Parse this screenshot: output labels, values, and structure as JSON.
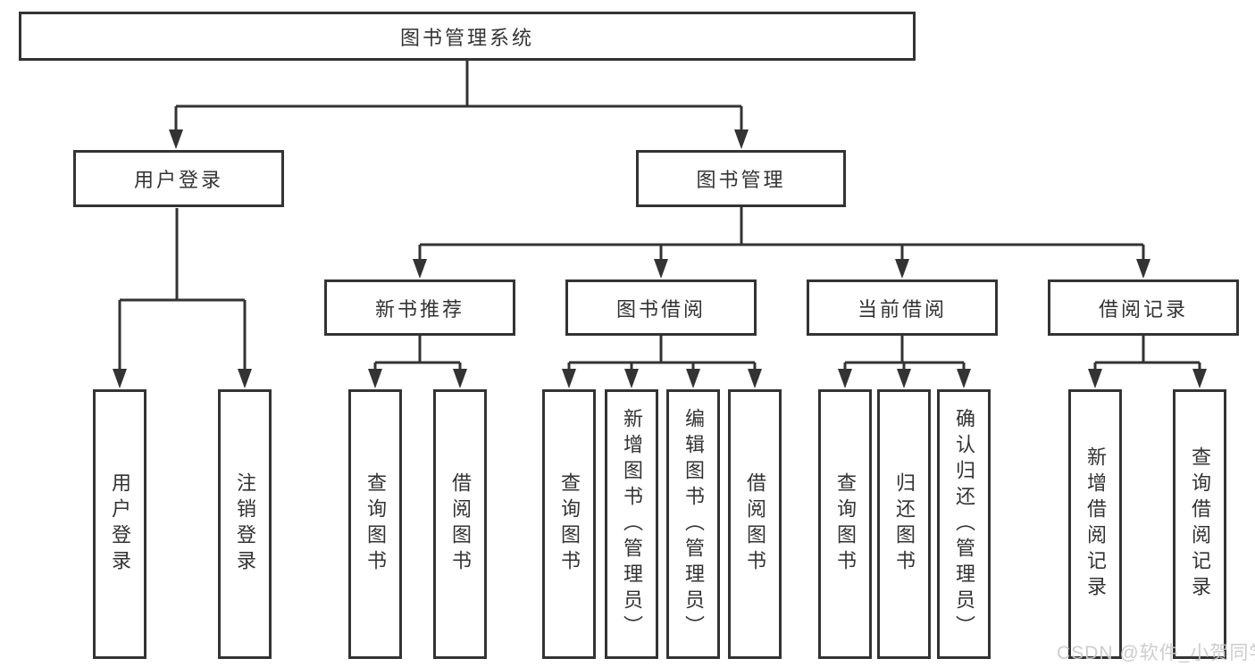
{
  "tree": {
    "root": "图书管理系统",
    "user_login": {
      "label": "用户登录",
      "children": [
        "用户登录",
        "注销登录"
      ]
    },
    "book_mgmt": {
      "label": "图书管理"
    },
    "new_book": {
      "label": "新书推荐",
      "children": [
        "查询图书",
        "借阅图书"
      ]
    },
    "book_borrow": {
      "label": "图书借阅",
      "children": [
        "查询图书",
        "新增图书（管理员）",
        "编辑图书（管理员）",
        "借阅图书"
      ]
    },
    "current_borrow": {
      "label": "当前借阅",
      "children": [
        "查询图书",
        "归还图书",
        "确认归还（管理员）"
      ]
    },
    "borrow_records": {
      "label": "借阅记录",
      "children": [
        "新增借阅记录",
        "查询借阅记录"
      ]
    }
  },
  "watermark": "CSDN @软件_小贺同学",
  "colors": {
    "line": "#333333",
    "box_border": "#333333",
    "text": "#333333",
    "background": "#ffffff",
    "watermark": "#c9c9c9"
  }
}
